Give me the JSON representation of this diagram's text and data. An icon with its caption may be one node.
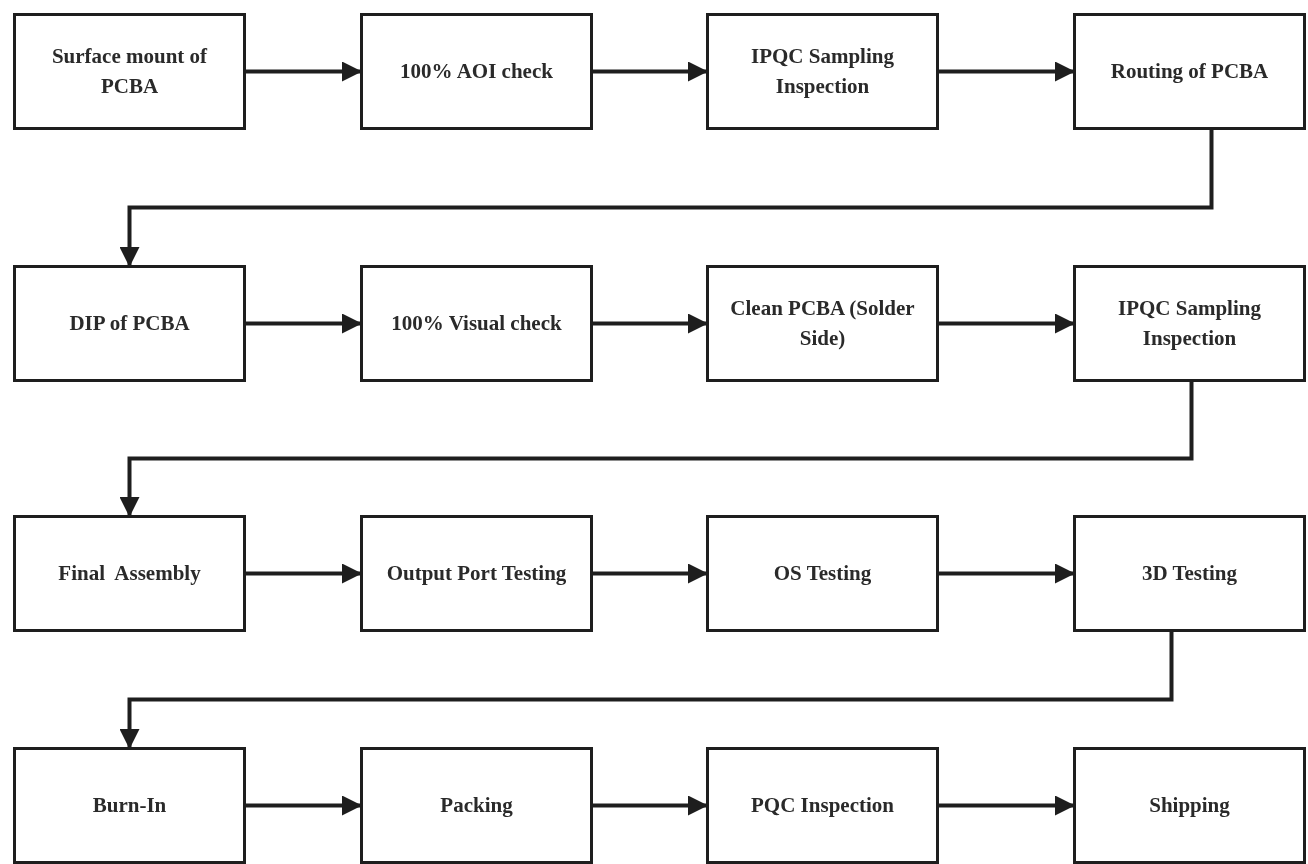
{
  "diagram": {
    "nodes": [
      {
        "text": [
          "Surface mount of PCBA"
        ]
      },
      {
        "text": [
          "100% AOI check"
        ]
      },
      {
        "text": [
          "IPQC Sampling Inspection"
        ]
      },
      {
        "text": [
          "Routing of PCBA"
        ]
      },
      {
        "text": [
          "DIP of PCBA"
        ]
      },
      {
        "text": [
          "100% Visual check"
        ]
      },
      {
        "text": [
          "Clean PCBA (Solder Side)"
        ]
      },
      {
        "text": [
          "IPQC Sampling Inspection"
        ]
      },
      {
        "text": [
          "Final  Assembly"
        ]
      },
      {
        "text": [
          "Output Port Testing"
        ]
      },
      {
        "text": [
          "OS Testing"
        ]
      },
      {
        "text": [
          "3D Testing"
        ]
      },
      {
        "text": [
          "Burn-In"
        ]
      },
      {
        "text": [
          "Packing"
        ]
      },
      {
        "text": [
          "PQC Inspection"
        ]
      },
      {
        "text": [
          "Shipping"
        ]
      }
    ],
    "edges": [
      {
        "from": 0,
        "to": 1,
        "arrow": "to"
      },
      {
        "from": 1,
        "to": 2,
        "arrow": "to"
      },
      {
        "from": 2,
        "to": 3,
        "arrow": "to"
      },
      {
        "from": 3,
        "to": 4,
        "arrow": "to"
      },
      {
        "from": 4,
        "to": 5,
        "arrow": "to"
      },
      {
        "from": 5,
        "to": 6,
        "arrow": "to"
      },
      {
        "from": 6,
        "to": 7,
        "arrow": "to"
      },
      {
        "from": 7,
        "to": 8,
        "arrow": "to"
      },
      {
        "from": 8,
        "to": 9,
        "arrow": "to"
      },
      {
        "from": 9,
        "to": 10,
        "arrow": "to"
      },
      {
        "from": 10,
        "to": 11,
        "arrow": "to"
      },
      {
        "from": 11,
        "to": 12,
        "arrow": "to"
      },
      {
        "from": 12,
        "to": 13,
        "arrow": "to"
      },
      {
        "from": 13,
        "to": 14,
        "arrow": "to"
      },
      {
        "from": 14,
        "to": 15,
        "arrow": "to"
      }
    ]
  }
}
